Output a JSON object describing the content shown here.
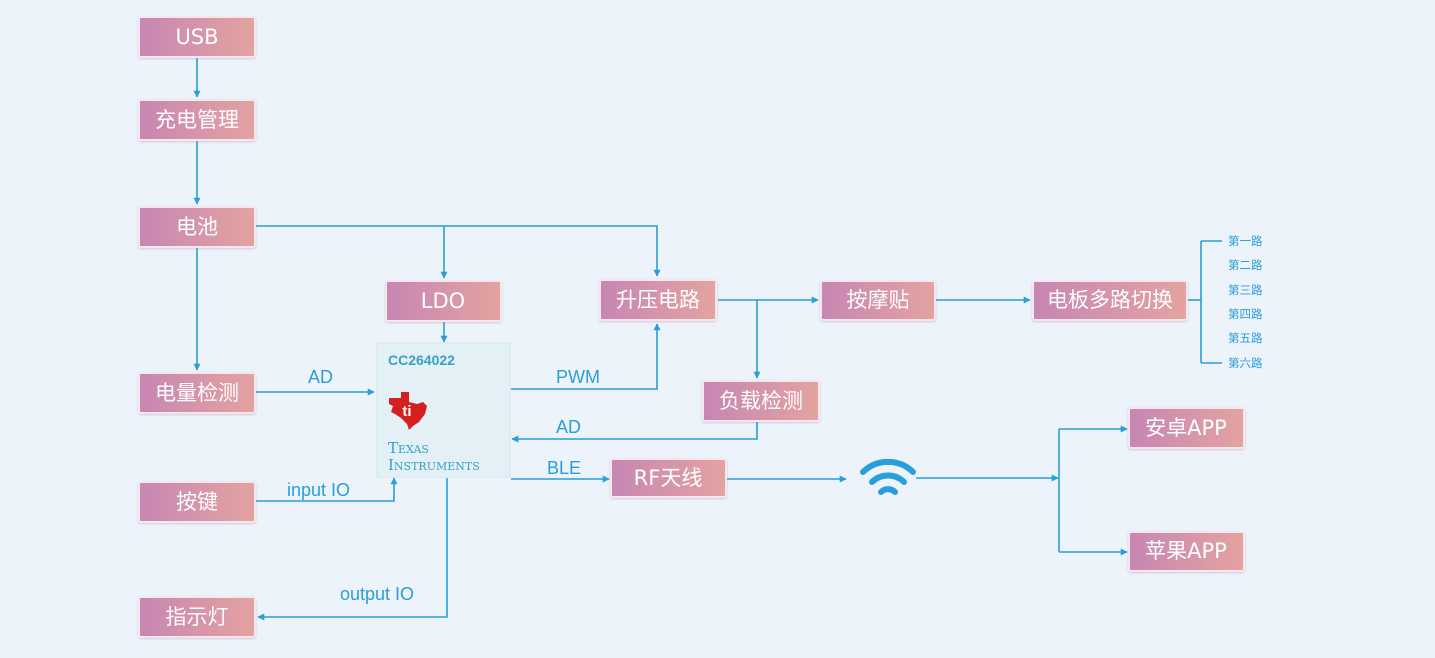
{
  "nodes": {
    "usb": "USB",
    "charge_mgmt": "充电管理",
    "battery": "电池",
    "battery_detect": "电量检测",
    "button": "按键",
    "indicator": "指示灯",
    "ldo": "LDO",
    "boost": "升压电路",
    "load_detect": "负载检测",
    "massage_pad": "按摩贴",
    "electrode_switch": "电板多路切换",
    "rf_antenna": "RF天线",
    "android_app": "安卓APP",
    "apple_app": "苹果APP"
  },
  "chip": {
    "name": "CC264022",
    "brand_line1": "Texas",
    "brand_line2": "Instruments"
  },
  "edge_labels": {
    "ad_in": "AD",
    "input_io": "input IO",
    "output_io": "output IO",
    "pwm": "PWM",
    "ad_load": "AD",
    "ble": "BLE"
  },
  "channels": [
    "第一路",
    "第二路",
    "第三路",
    "第四路",
    "第五路",
    "第六路"
  ],
  "icons": {
    "wireless": "wifi-icon",
    "ti_logo": "texas-instruments-logo"
  },
  "colors": {
    "line": "#2a9ed6",
    "node_gradient_start": "#c888b4",
    "node_gradient_end": "#e2a0a0",
    "background": "#edf3fb"
  }
}
